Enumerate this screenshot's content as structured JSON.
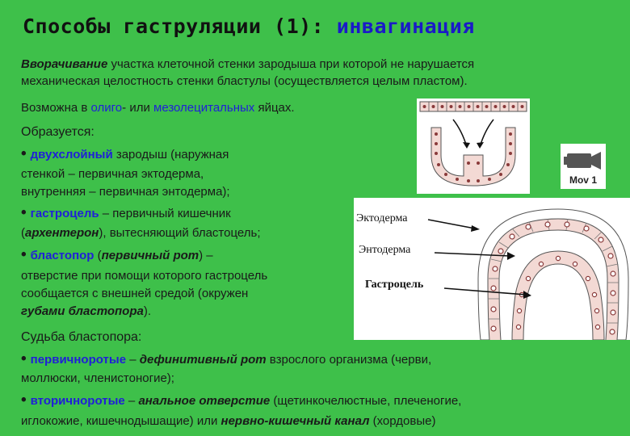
{
  "title": {
    "main": "Способы гаструляции (1): ",
    "highlight": "инвагинация"
  },
  "intro": {
    "l1_term": "Вворачивание",
    "l1_rest": " участка клеточной стенки зародыша при которой не нарушается",
    "l2": "механическая целостность стенки бластулы (осуществляется целым пластом)."
  },
  "possible": {
    "pre": "Возможна в ",
    "t1": "олиго",
    "mid": "- или ",
    "t2": "мезолецитальных",
    "post": " яйцах."
  },
  "forms": {
    "heading": "Образуется",
    "colon": ":",
    "bullet1": {
      "term": "двухслойный",
      "rest": " зародыш (наружная",
      "l2": "стенкой – первичная эктодерма,",
      "l3": "внутренняя – первичная энтодерма);"
    },
    "bullet2": {
      "term": "гастроцель",
      "rest": " – первичный кишечник",
      "l2_pre": "(",
      "l2_term": "архентерон",
      "l2_rest": "), вытесняющий бластоцель;"
    },
    "bullet3": {
      "term": "бластопор",
      "rest1": " (",
      "term2": "первичный рот",
      "rest2": ") –",
      "l2": "отверстие при помощи которого гастроцель",
      "l3": "сообщается с внешней средой (окружен",
      "l4_term": "губами бластопора",
      "l4_rest": ")."
    }
  },
  "fate": {
    "heading": "Судьба бластопора",
    "colon": ":",
    "b1": {
      "term": "первичноротые",
      "dash": " – ",
      "term2": "дефинитивный рот",
      "rest": " взрослого организма (черви,",
      "l2": "моллюски, членистоногие);"
    },
    "b2": {
      "term": "вторичноротые",
      "dash": " – ",
      "term2": "анальное отверстие",
      "rest": " (щетинкочелюстные, плеченогие,",
      "l2_pre": "иглокожие, кишечнодышащие) или ",
      "l2_term": "нервно-кишечный канал",
      "l2_rest": " (хордовые)"
    }
  },
  "video": {
    "label": "Mov 1"
  },
  "diagram": {
    "label_ecto": "Эктодерма",
    "label_endo": "Энтодерма",
    "label_gastro": "Гастроцель"
  },
  "colors": {
    "background": "#3ec04a",
    "accent_blue": "#1f1fd8",
    "cell_fill": "#f3d9d4",
    "nucleus": "#8a3a3a"
  }
}
